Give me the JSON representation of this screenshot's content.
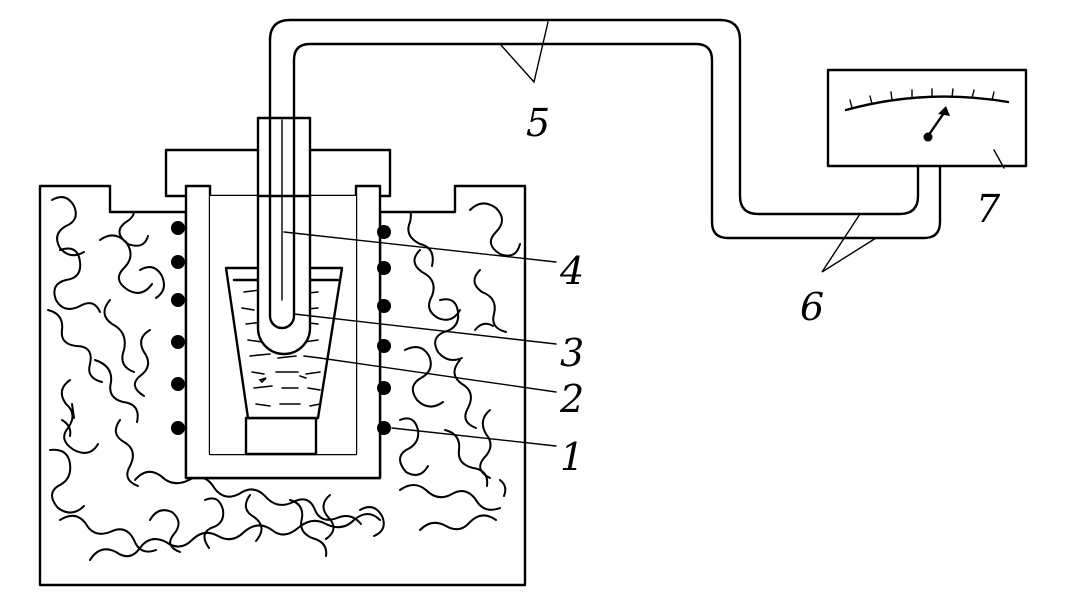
{
  "labels": {
    "n1": "1",
    "n2": "2",
    "n3": "3",
    "n4": "4",
    "n5": "5",
    "n6": "6",
    "n7": "7"
  },
  "colors": {
    "ink": "#000000",
    "paper": "#ffffff"
  }
}
